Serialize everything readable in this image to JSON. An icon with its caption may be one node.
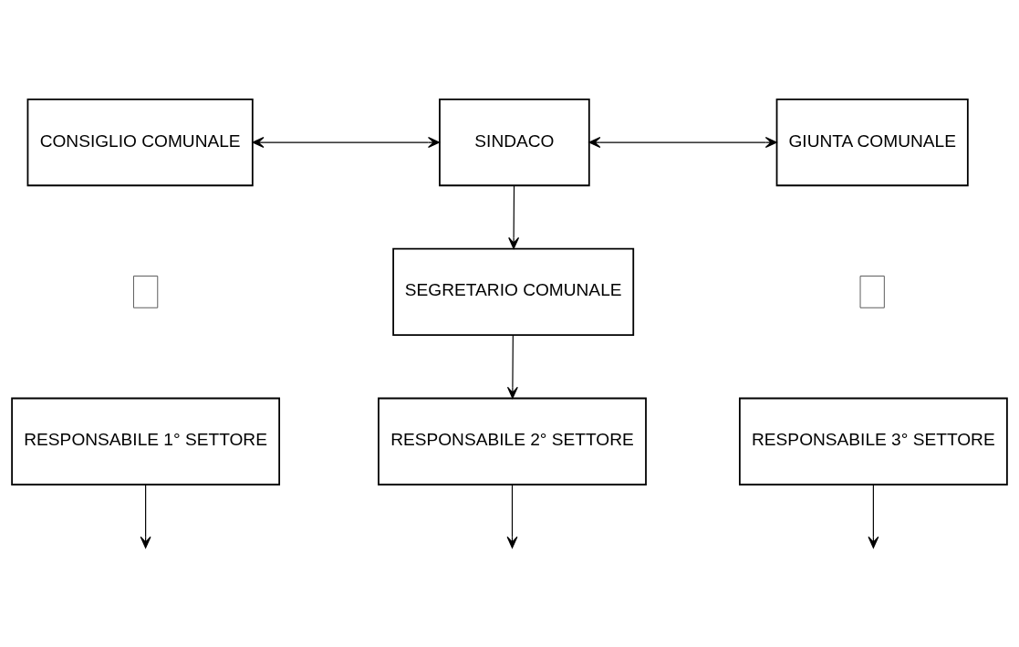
{
  "diagram": {
    "nodes": [
      {
        "text": [
          "CONSIGLIO COMUNALE"
        ]
      },
      {
        "text": [
          "SINDACO"
        ]
      },
      {
        "text": [
          "GIUNTA COMUNALE"
        ]
      },
      {
        "text": [
          "SEGRETARIO COMUNALE"
        ]
      },
      {
        "text": [],
        "shape": "box"
      },
      {
        "text": [],
        "shape": "box"
      },
      {
        "text": [
          "RESPONSABILE 1° SETTORE"
        ]
      },
      {
        "text": [
          "RESPONSABILE 2° SETTORE"
        ]
      },
      {
        "text": [
          "RESPONSABILE 3° SETTORE"
        ]
      }
    ],
    "edges": [
      {
        "from": 0,
        "to": 1,
        "arrow": "both"
      },
      {
        "from": 1,
        "to": 2,
        "arrow": "both"
      },
      {
        "from": 1,
        "to": 3,
        "arrow": "to"
      },
      {
        "from": 3,
        "to": 7,
        "arrow": "to"
      },
      {
        "from": 6,
        "to": null,
        "arrow": "to"
      },
      {
        "from": 7,
        "to": null,
        "arrow": "to"
      },
      {
        "from": 8,
        "to": null,
        "arrow": "to"
      }
    ]
  }
}
